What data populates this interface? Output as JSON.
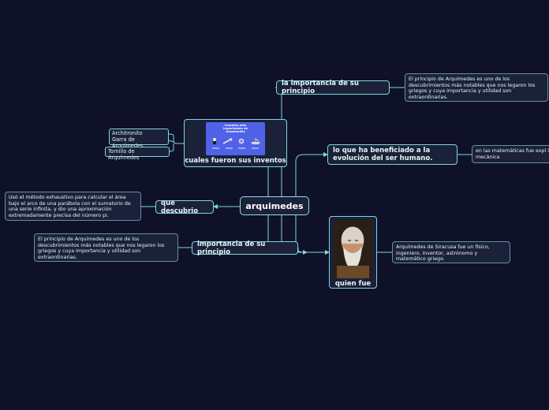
{
  "colors": {
    "background": "#0f1129",
    "line": "#7fd6df",
    "node_fill": "#1b2138",
    "text": "#e4f6f8"
  },
  "central": {
    "label": "arquimedes"
  },
  "branches": {
    "importancia_top": {
      "label": "la importancia de su principio",
      "note": "El principio de Arquímedes es uno de los descubrimientos más notables que nos legaron los griegos y cuya importancia y utilidad son extraordinarias."
    },
    "beneficiado": {
      "label": "lo que ha beneficiado a la evolución del ser humano.",
      "note": "en las matemáticas fue expl la mecánica"
    },
    "inventos": {
      "label": "cuales fueron sus inventos",
      "image_title": "Inventos más importantes de Arquímedes",
      "image_icons": [
        "figure-icon",
        "arrow-icon",
        "gear-icon",
        "ship-icon"
      ],
      "items": [
        "Architronito",
        "Garra de Arquímedes",
        "Tornillo de Arquímedes"
      ]
    },
    "descubrio": {
      "label": "que descubrio",
      "note": "Usó el método exhaustivo para calcular el área bajo el arco de una parábola con el sumatorio de una serie infinita, y dio una aproximación extremadamente precisa del número pi."
    },
    "importancia_bottom": {
      "label": "importancia de su principio",
      "note": "El principio de Arquímedes es uno de los descubrimientos más notables que nos legaron los griegos y cuya importancia y utilidad son extraordinarias."
    },
    "quien": {
      "label": "quien fue",
      "image_icon": "archimedes-portrait-icon",
      "note": "Arquímedes de Siracusa fue un físico, ingeniero, inventor, astrónomo y matemático griego."
    }
  }
}
